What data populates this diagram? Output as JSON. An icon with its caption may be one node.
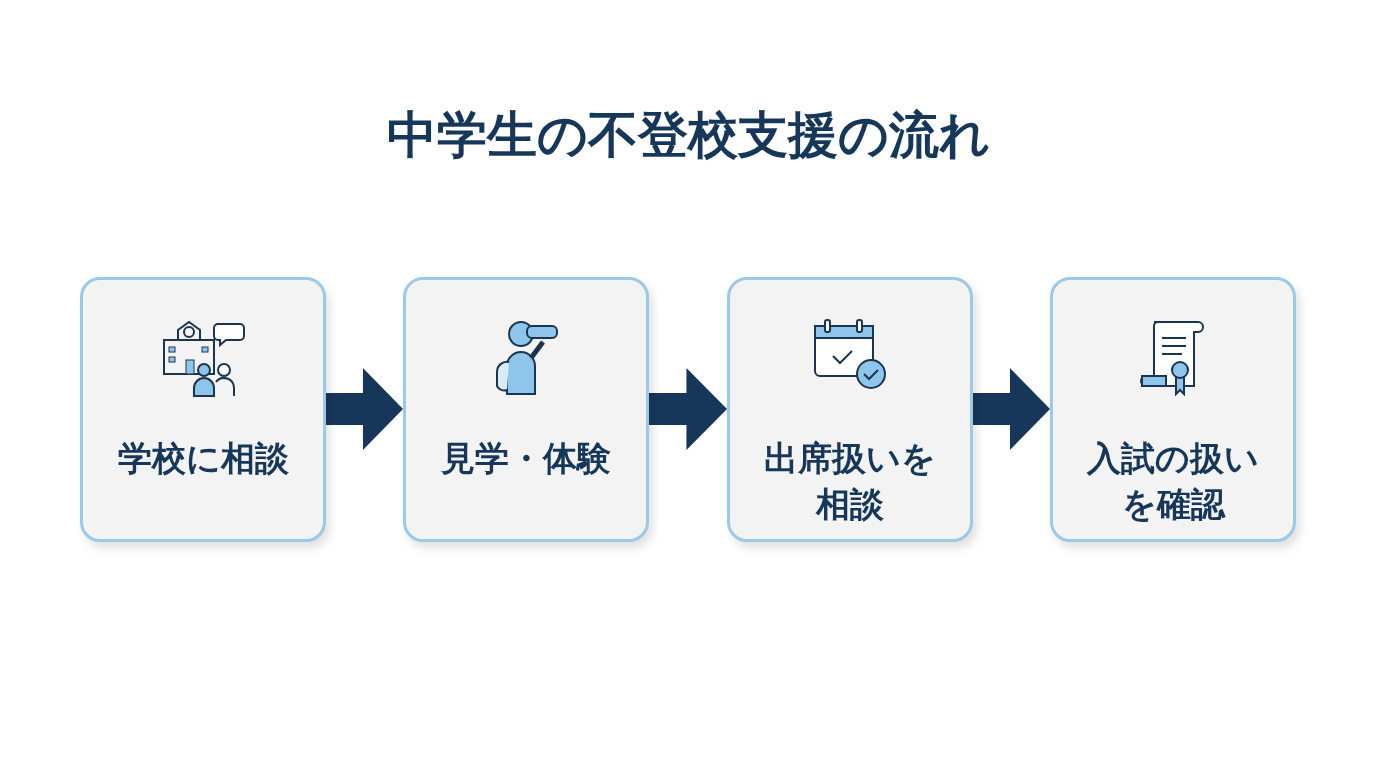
{
  "diagram": {
    "title": "中学生の不登校支援の流れ",
    "nodes": [
      {
        "text": [
          "学校に相談"
        ]
      },
      {
        "text": [
          "見学・体験"
        ]
      },
      {
        "text": [
          "出席扱いを相談"
        ]
      },
      {
        "text": [
          "入試の扱いを確認"
        ]
      }
    ],
    "edges": [
      {
        "from": 0,
        "to": 1,
        "arrow": "to"
      },
      {
        "from": 1,
        "to": 2,
        "arrow": "to"
      },
      {
        "from": 2,
        "to": 3,
        "arrow": "to"
      }
    ]
  }
}
